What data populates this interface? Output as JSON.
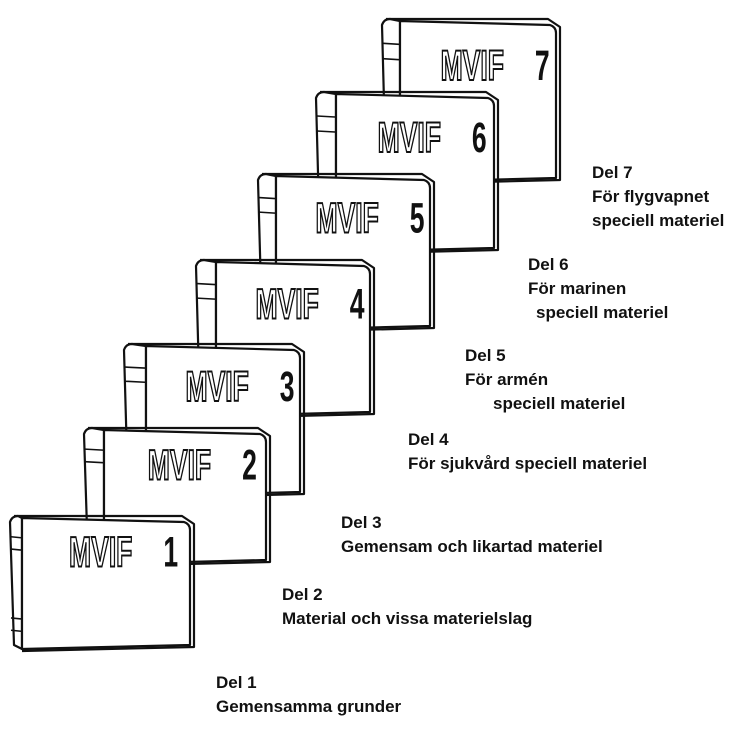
{
  "books": [
    {
      "title": "MVIF",
      "number": "1",
      "part": "Del 1",
      "lines": [
        "Gemensamma grunder"
      ]
    },
    {
      "title": "MVIF",
      "number": "2",
      "part": "Del 2",
      "lines": [
        "Material och vissa materielslag"
      ]
    },
    {
      "title": "MVIF",
      "number": "3",
      "part": "Del 3",
      "lines": [
        "Gemensam och likartad materiel"
      ]
    },
    {
      "title": "MVIF",
      "number": "4",
      "part": "Del 4",
      "lines": [
        "För sjukvård speciell materiel"
      ]
    },
    {
      "title": "MVIF",
      "number": "5",
      "part": "Del 5",
      "lines": [
        "För armén",
        "speciell materiel"
      ]
    },
    {
      "title": "MVIF",
      "number": "6",
      "part": "Del 6",
      "lines": [
        "För marinen",
        "speciell materiel"
      ]
    },
    {
      "title": "MVIF",
      "number": "7",
      "part": "Del 7",
      "lines": [
        "För flygvapnet",
        "speciell materiel"
      ]
    }
  ]
}
